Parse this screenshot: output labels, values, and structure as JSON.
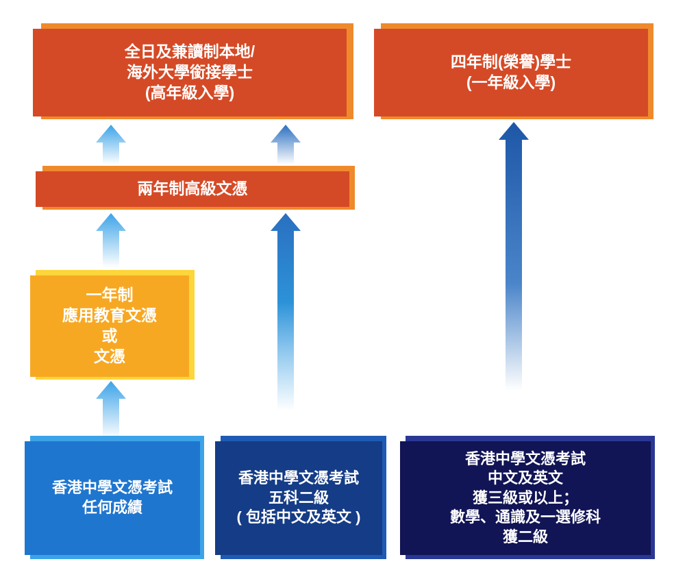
{
  "boxes": {
    "top_left": "全日及兼讀制本地/\n海外大學銜接學士\n(高年級入學)",
    "top_right": "四年制(榮譽)學士\n(一年級入學)",
    "middle": "兩年制高級文憑",
    "yellow": "一年制\n應用教育文憑\n或\n文憑",
    "bottom_left": "香港中學文憑考試\n任何成績",
    "bottom_middle": "香港中學文憑考試\n五科二級\n( 包括中文及英文 )",
    "bottom_right": "香港中學文憑考試\n中文及英文\n獲三級或以上；\n數學、通識及一選修科\n獲二級"
  },
  "colors": {
    "orange": "#d54a26",
    "orange_shadow": "#ef8a2c",
    "yellow": "#f7a823",
    "yellow_shadow": "#fcd63a",
    "blue_light": "#1f76cf",
    "blue_mid": "#153c86",
    "navy": "#111455",
    "arrow_light": "#3ca3e8",
    "arrow_mid": "#2a6fc0",
    "arrow_dark": "#1d56a6"
  }
}
